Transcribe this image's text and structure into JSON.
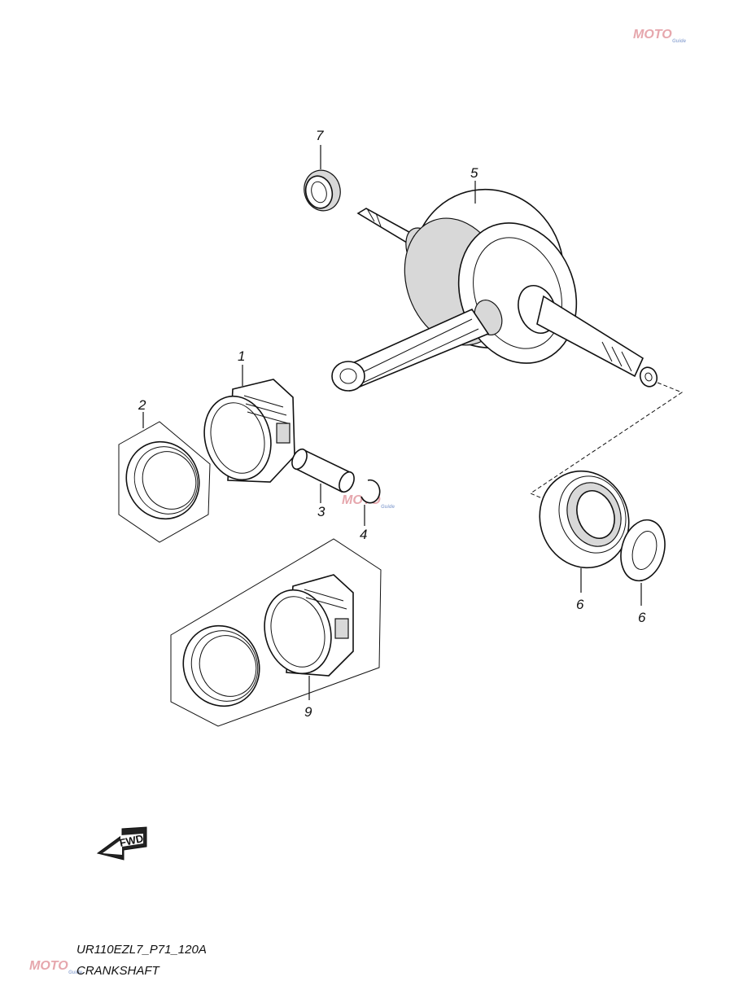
{
  "diagram": {
    "callouts": [
      "1",
      "2",
      "3",
      "4",
      "5",
      "6",
      "6",
      "7",
      "9"
    ],
    "direction_label": "FWD",
    "drawing_code": "UR110EZL7_P71_120A",
    "title": "CRANKSHAFT"
  },
  "watermark": {
    "brand": "MOTO",
    "sub": "Guide"
  },
  "colors": {
    "line": "#111111",
    "watermark_red": "#e6a7ad",
    "watermark_blue": "#9cb0d8"
  }
}
